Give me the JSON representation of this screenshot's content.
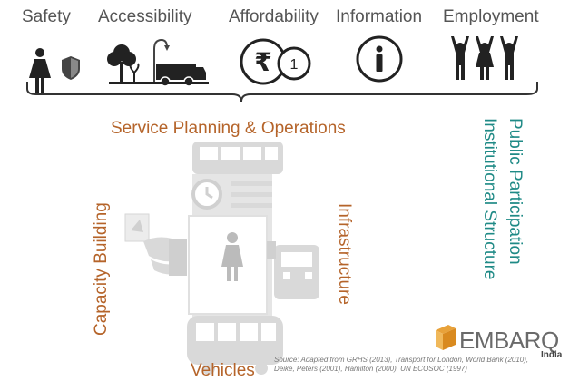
{
  "categories": [
    {
      "label": "Safety",
      "icon": "woman-shield-icon"
    },
    {
      "label": "Accessibility",
      "icon": "tree-truck-icon"
    },
    {
      "label": "Affordability",
      "icon": "rupee-coin-icon"
    },
    {
      "label": "Information",
      "icon": "info-icon"
    },
    {
      "label": "Employment",
      "icon": "workers-icon"
    }
  ],
  "service_label": "Service Planning & Operations",
  "capacity_label": "Capacity Building",
  "infrastructure_label": "Infrastructure",
  "public_label": "Public Participation",
  "institutional_label": "Institutional Structure",
  "vehicles_label": "Vehicles",
  "coin_text": "1",
  "logo": {
    "text": "EMBARQ",
    "sub": "India"
  },
  "source_text": "Source: Adapted from GRHS (2013), Transport for London, World Bank (2010), Deike, Peters (2001), Hamilton (2000), UN ECOSOC (1997)",
  "colors": {
    "brown": "#b5642a",
    "teal": "#1f8a86",
    "grey_text": "#555555",
    "icon_dark": "#222222",
    "faded": "#d9d9d9",
    "logo_orange": "#e8a23a"
  }
}
